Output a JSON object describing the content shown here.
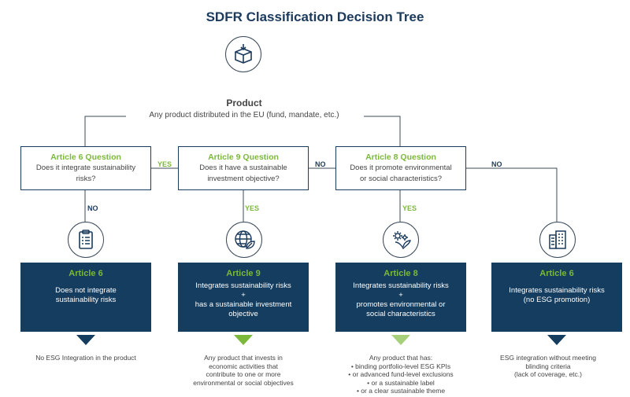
{
  "title": "SDFR Classification Decision Tree",
  "product": {
    "title": "Product",
    "subtitle": "Any product distributed in the EU (fund, mandate, etc.)"
  },
  "questions": [
    {
      "title": "Article 6 Question",
      "lines": [
        "Does it integrate sustainability",
        "risks?"
      ]
    },
    {
      "title": "Article 9 Question",
      "lines": [
        "Does it have a sustainable",
        "investment objective?"
      ]
    },
    {
      "title": "Article 8 Question",
      "lines": [
        "Does it promote environmental",
        "or social characteristics?"
      ]
    }
  ],
  "edge_labels": {
    "yes": "YES",
    "no": "NO"
  },
  "results": [
    {
      "title": "Article 6",
      "lines": [
        "Does not integrate",
        "sustainability risks"
      ]
    },
    {
      "title": "Article 9",
      "lines": [
        "Integrates sustainability risks",
        "+",
        "has a sustainable investment",
        "objective"
      ]
    },
    {
      "title": "Article 8",
      "lines": [
        "Integrates sustainability risks",
        "+",
        "promotes environmental or",
        "social characteristics"
      ]
    },
    {
      "title": "Article 6",
      "lines": [
        "Integrates sustainability risks",
        "(no ESG promotion)"
      ]
    }
  ],
  "descriptions": [
    [
      "No ESG Integration in the product"
    ],
    [
      "Any product that invests in",
      "economic activities that",
      "contribute to one or more",
      "environmental or social objectives"
    ],
    [
      "Any product that has:",
      "• binding portfolio-level ESG KPIs",
      "• or advanced fund-level exclusions",
      "• or a sustainable label",
      "• or a clear sustainable theme"
    ],
    [
      "ESG integration without meeting",
      "blinding criteria",
      "(lack of coverage, etc.)"
    ]
  ],
  "colors": {
    "navy": "#143d5f",
    "green": "#7cb83a",
    "title": "#1b3a5c"
  },
  "icons": [
    "box-download-icon",
    "clipboard-icon",
    "globe-leaf-icon",
    "gear-leaf-icon",
    "buildings-icon"
  ]
}
